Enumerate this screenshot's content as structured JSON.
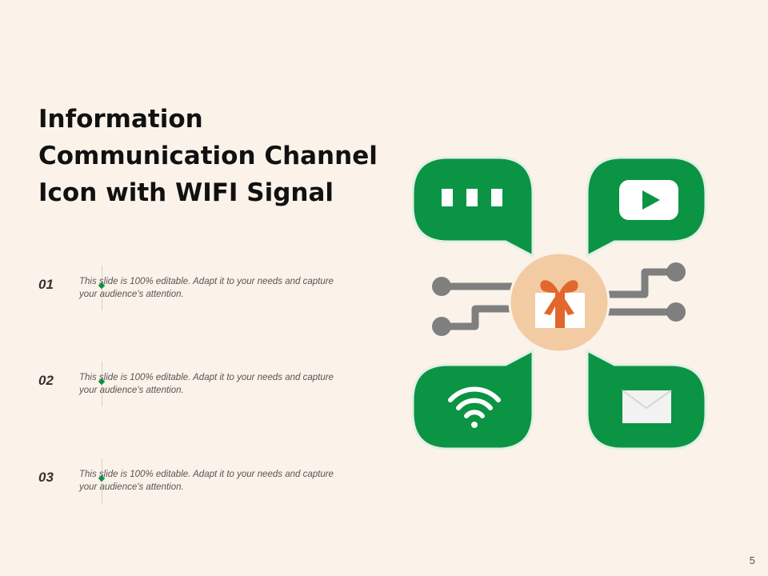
{
  "slide": {
    "title_lines": [
      "Information",
      "Communication Channel",
      "Icon with WIFI Signal"
    ],
    "page_number": "5"
  },
  "items": [
    {
      "number": "01",
      "text": "This slide is 100% editable. Adapt it to your needs and capture your audience's attention."
    },
    {
      "number": "02",
      "text": "This slide is 100% editable. Adapt it to your needs and capture your audience's attention."
    },
    {
      "number": "03",
      "text": "This slide is 100% editable. Adapt it to your needs and capture your audience's attention."
    }
  ],
  "diagram": {
    "center_icon": "gift-icon",
    "channels": [
      {
        "position": "top-left",
        "icon": "chat-dots-icon"
      },
      {
        "position": "top-right",
        "icon": "video-play-icon"
      },
      {
        "position": "bottom-left",
        "icon": "wifi-icon"
      },
      {
        "position": "bottom-right",
        "icon": "envelope-icon"
      }
    ],
    "colors": {
      "bubble": "#0B9444",
      "bubble_border": "#E3EFE5",
      "circuit": "#7F7F7F",
      "center_circle": "#F2CBA3",
      "gift_ribbon": "#E2672D",
      "background": "#FBF3EA"
    }
  }
}
